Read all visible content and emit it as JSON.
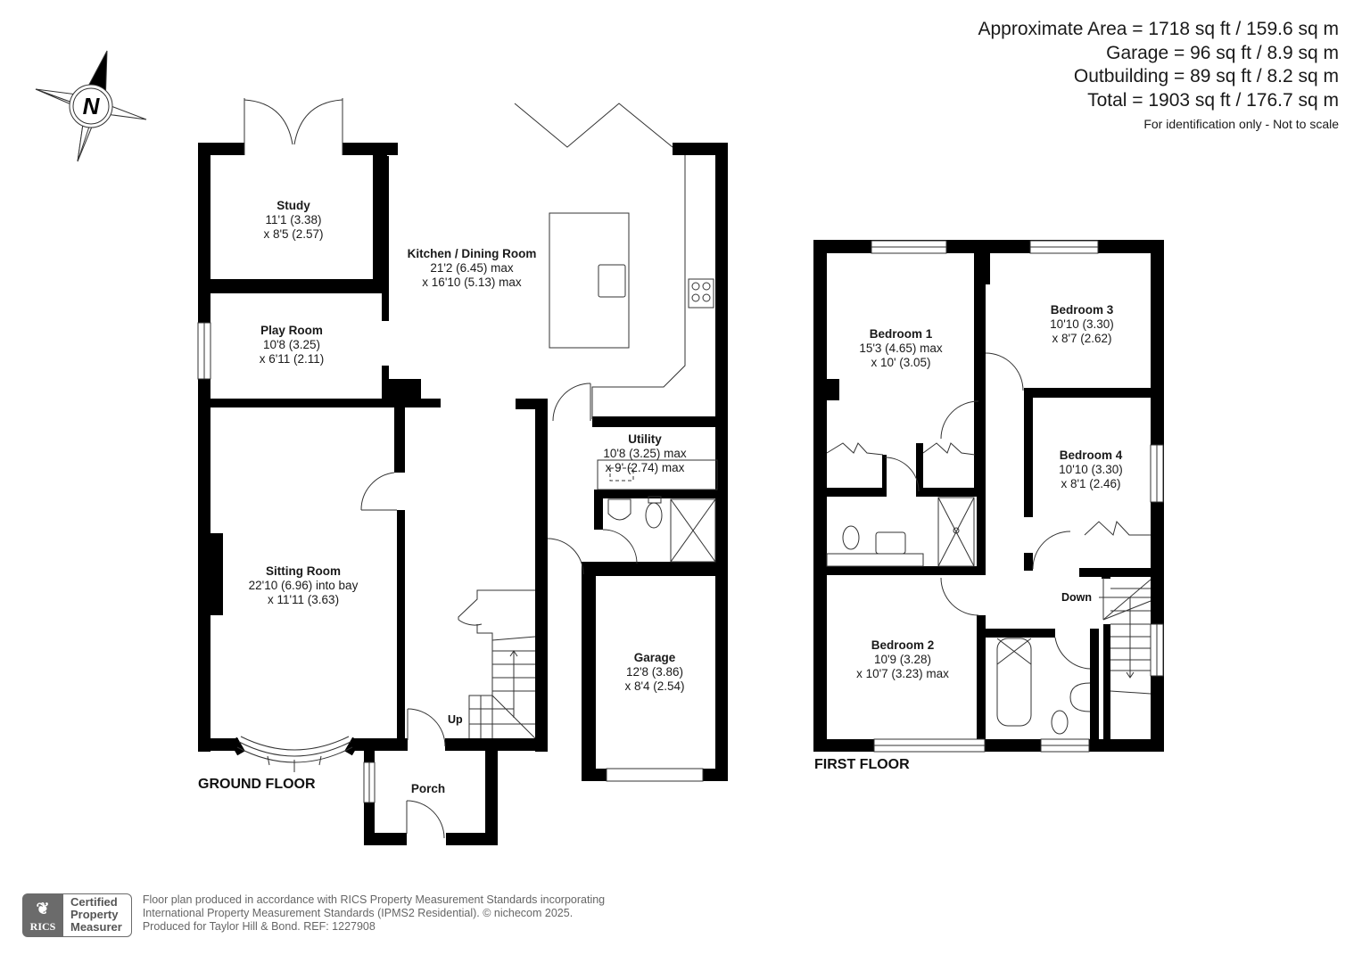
{
  "area_summary": {
    "lines": [
      "Approximate Area = 1718 sq ft / 159.6 sq m",
      "Garage = 96 sq ft / 8.9 sq m",
      "Outbuilding = 89 sq ft / 8.2 sq m",
      "Total = 1903 sq ft / 176.7 sq m"
    ],
    "note": "For identification only - Not to scale"
  },
  "compass": {
    "icon": "north-arrow-compass-icon",
    "letter": "N"
  },
  "ground_floor": {
    "label": "GROUND FLOOR",
    "rooms": {
      "study": {
        "name": "Study",
        "dim1": "11'1 (3.38)",
        "dim2": "x 8'5 (2.57)"
      },
      "play_room": {
        "name": "Play Room",
        "dim1": "10'8 (3.25)",
        "dim2": "x 6'11 (2.11)"
      },
      "kitchen": {
        "name": "Kitchen / Dining Room",
        "dim1": "21'2 (6.45) max",
        "dim2": "x 16'10 (5.13) max"
      },
      "utility": {
        "name": "Utility",
        "dim1": "10'8 (3.25) max",
        "dim2": "x 9' (2.74) max"
      },
      "sitting_room": {
        "name": "Sitting Room",
        "dim1": "22'10 (6.96) into bay",
        "dim2": "x 11'11 (3.63)"
      },
      "garage": {
        "name": "Garage",
        "dim1": "12'8 (3.86)",
        "dim2": "x 8'4 (2.54)"
      },
      "porch": {
        "name": "Porch"
      }
    },
    "stairs_label": "Up"
  },
  "first_floor": {
    "label": "FIRST FLOOR",
    "rooms": {
      "bedroom1": {
        "name": "Bedroom 1",
        "dim1": "15'3 (4.65) max",
        "dim2": "x 10' (3.05)"
      },
      "bedroom2": {
        "name": "Bedroom 2",
        "dim1": "10'9 (3.28)",
        "dim2": "x 10'7 (3.23) max"
      },
      "bedroom3": {
        "name": "Bedroom 3",
        "dim1": "10'10 (3.30)",
        "dim2": "x 8'7 (2.62)"
      },
      "bedroom4": {
        "name": "Bedroom 4",
        "dim1": "10'10 (3.30)",
        "dim2": "x 8'1 (2.46)"
      }
    },
    "stairs_label": "Down"
  },
  "footer": {
    "badge": {
      "org": "RICS",
      "line1": "Certified",
      "line2": "Property",
      "line3": "Measurer"
    },
    "lines": [
      "Floor plan produced in accordance with RICS Property Measurement Standards incorporating",
      "International Property Measurement Standards (IPMS2 Residential).   © nichecom 2025.",
      "Produced for Taylor Hill & Bond.   REF: 1227908"
    ]
  }
}
